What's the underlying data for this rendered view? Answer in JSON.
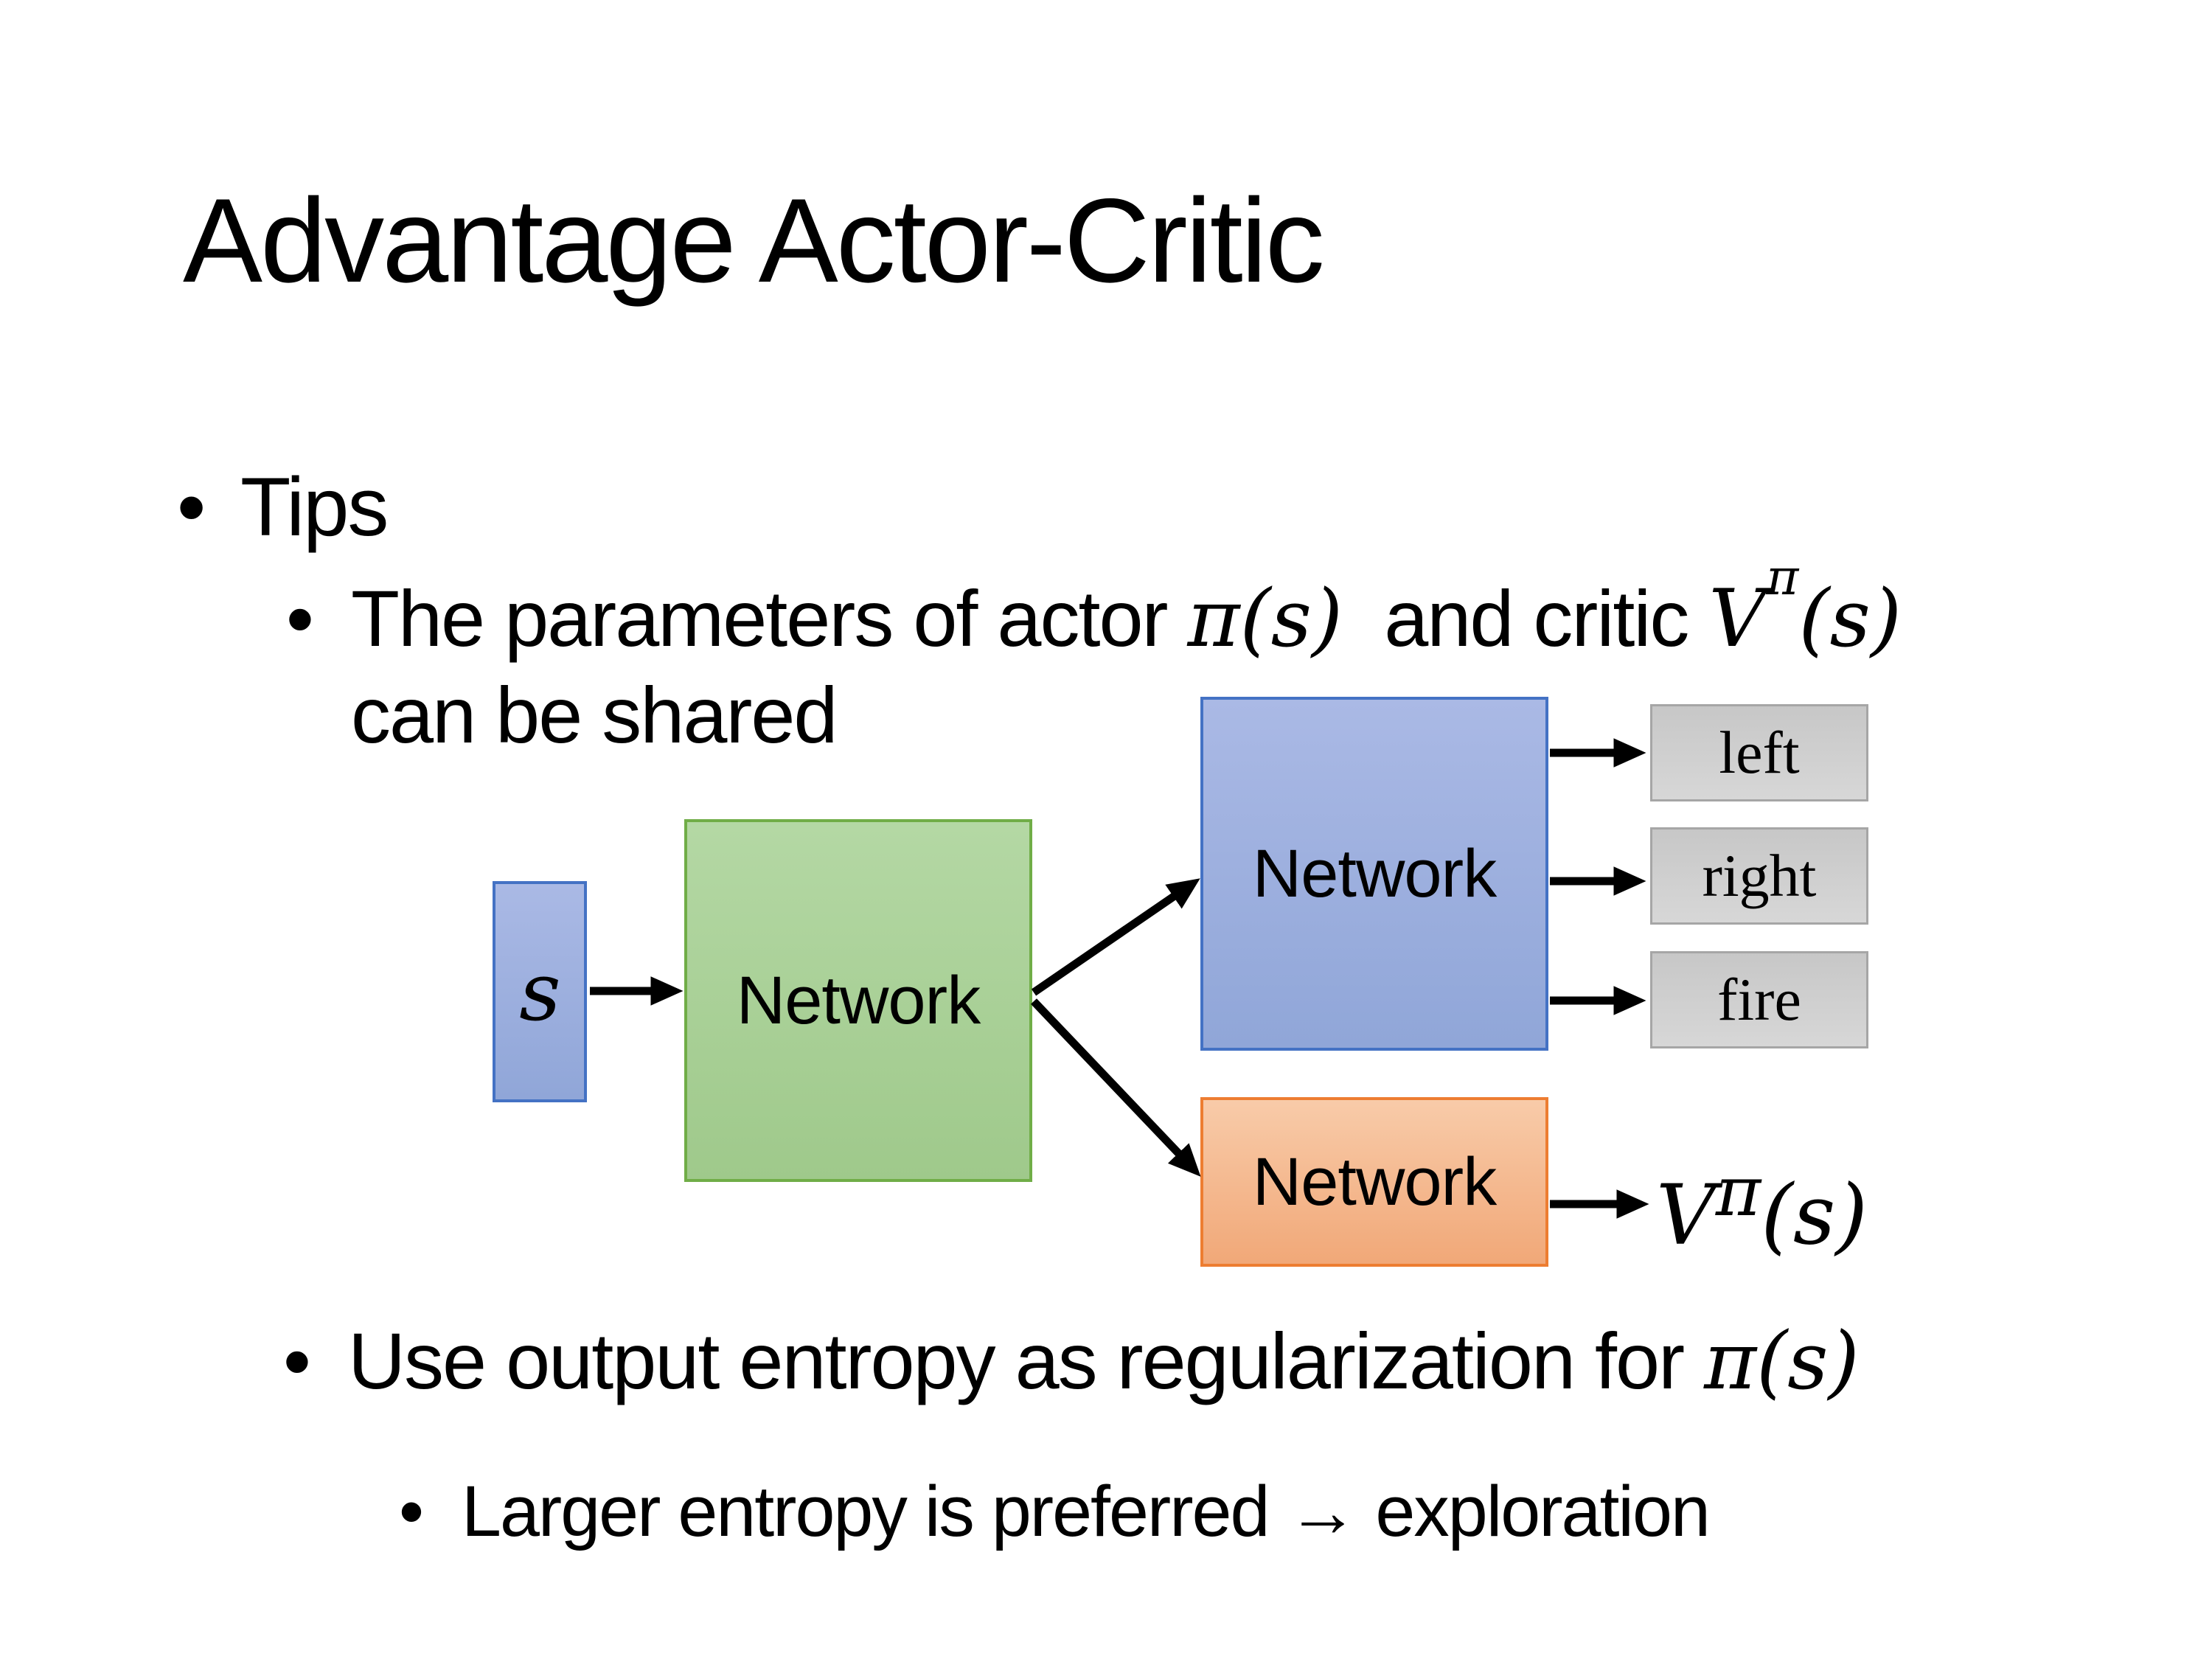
{
  "colors": {
    "blue_fill_top": "#aab9e5",
    "blue_fill_bottom": "#90a6d8",
    "blue_border": "#4472c4",
    "green_fill_top": "#b4d8a4",
    "green_fill_bottom": "#9fc98b",
    "green_border": "#70ad47",
    "orange_fill_top": "#f8cba9",
    "orange_fill_bottom": "#f1a878",
    "orange_border": "#ed7d31",
    "gray_fill_top": "#c7c7c7",
    "gray_fill_bottom": "#d7d7d7",
    "gray_border": "#a6a6a6",
    "arrow": "#000000",
    "text": "#000000",
    "background": "#ffffff"
  },
  "title": "Advantage Actor-Critic",
  "bullet_char": "•",
  "bullets": {
    "tips": "Tips",
    "b1_text1": "The parameters of actor ",
    "b1_math1": "π(s)",
    "b1_text2": "  and critic ",
    "b1_value_base": "V",
    "b1_value_sup": "π",
    "b1_value_rest": "(s)",
    "b1_line2": "can be shared",
    "b2_text1": "Use output entropy as regularization for ",
    "b2_math1": "π(s)",
    "b3_text": "Larger entropy is preferred → exploration"
  },
  "diagram": {
    "state_label": "s",
    "shared_label": "Network",
    "actor_label": "Network",
    "critic_label": "Network",
    "action_left": "left",
    "action_right": "right",
    "action_fire": "fire",
    "value_base": "V",
    "value_sup": "π",
    "value_rest": "(s)"
  }
}
